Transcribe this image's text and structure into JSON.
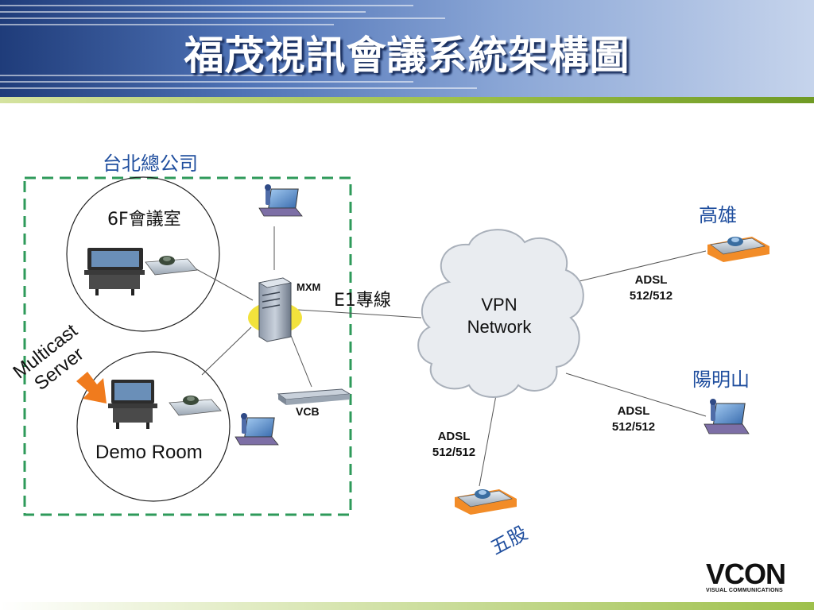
{
  "title": "福茂視訊會議系統架構圖",
  "hq_label": "台北總公司",
  "room_6f": "6F會議室",
  "demo_room": "Demo Room",
  "multicast": "Multicast Server",
  "mxm": "MXM",
  "e1": "E1專線",
  "vcb": "VCB",
  "vpn": "VPN Network",
  "sites": {
    "kaohsiung": "高雄",
    "yangmingshan": "陽明山",
    "wugu": "五股"
  },
  "links": {
    "kaohsiung_adsl": "ADSL 512/512",
    "yangmingshan_adsl": "ADSL 512/512",
    "wugu_adsl": "ADSL 512/512"
  },
  "logo": {
    "main": "VCON",
    "sub": "VISUAL COMMUNICATIONS"
  },
  "colors": {
    "header_dark": "#1f3c7a",
    "title_text": "#ffffff",
    "site_label": "#1f4e9e",
    "hq_border": "#2e9a5a",
    "cloud": "#e9ecf0",
    "arrow": "#f07b1d"
  }
}
